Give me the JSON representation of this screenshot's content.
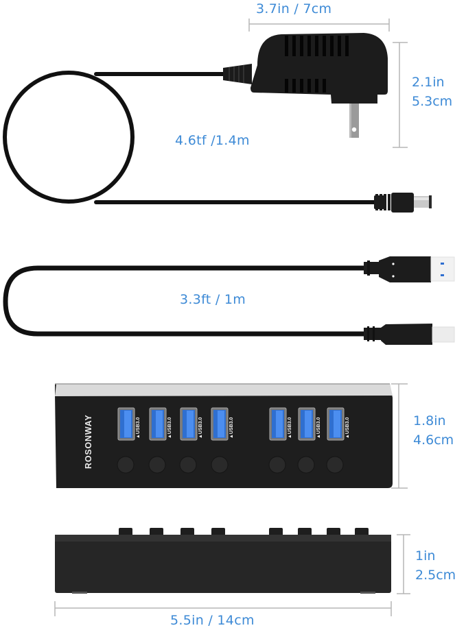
{
  "colors": {
    "dimension_text": "#3d8ad6",
    "dimension_line": "#b5b5b5",
    "device_body": "#1e1e1e",
    "usb_port_blue": "#2f6fd0",
    "hub_top_silver": "#d8d8d8"
  },
  "adapter": {
    "width_label": "3.7in / 7cm",
    "height_label_in": "2.1in",
    "height_label_cm": "5.3cm",
    "cable_length_label": "4.6tf /1.4m"
  },
  "usb_cable": {
    "length_label": "3.3ft / 1m"
  },
  "hub_front": {
    "brand": "ROSONWAY",
    "ports": [
      {
        "label": "USB3.0"
      },
      {
        "label": "USB3.0"
      },
      {
        "label": "USB3.0"
      },
      {
        "label": "USB3.0"
      },
      {
        "label": "USB3.0"
      },
      {
        "label": "USB3.0"
      },
      {
        "label": "USB3.0"
      }
    ],
    "height_label_in": "1.8in",
    "height_label_cm": "4.6cm"
  },
  "hub_side": {
    "height_label_in": "1in",
    "height_label_cm": "2.5cm",
    "length_label": "5.5in / 14cm"
  }
}
